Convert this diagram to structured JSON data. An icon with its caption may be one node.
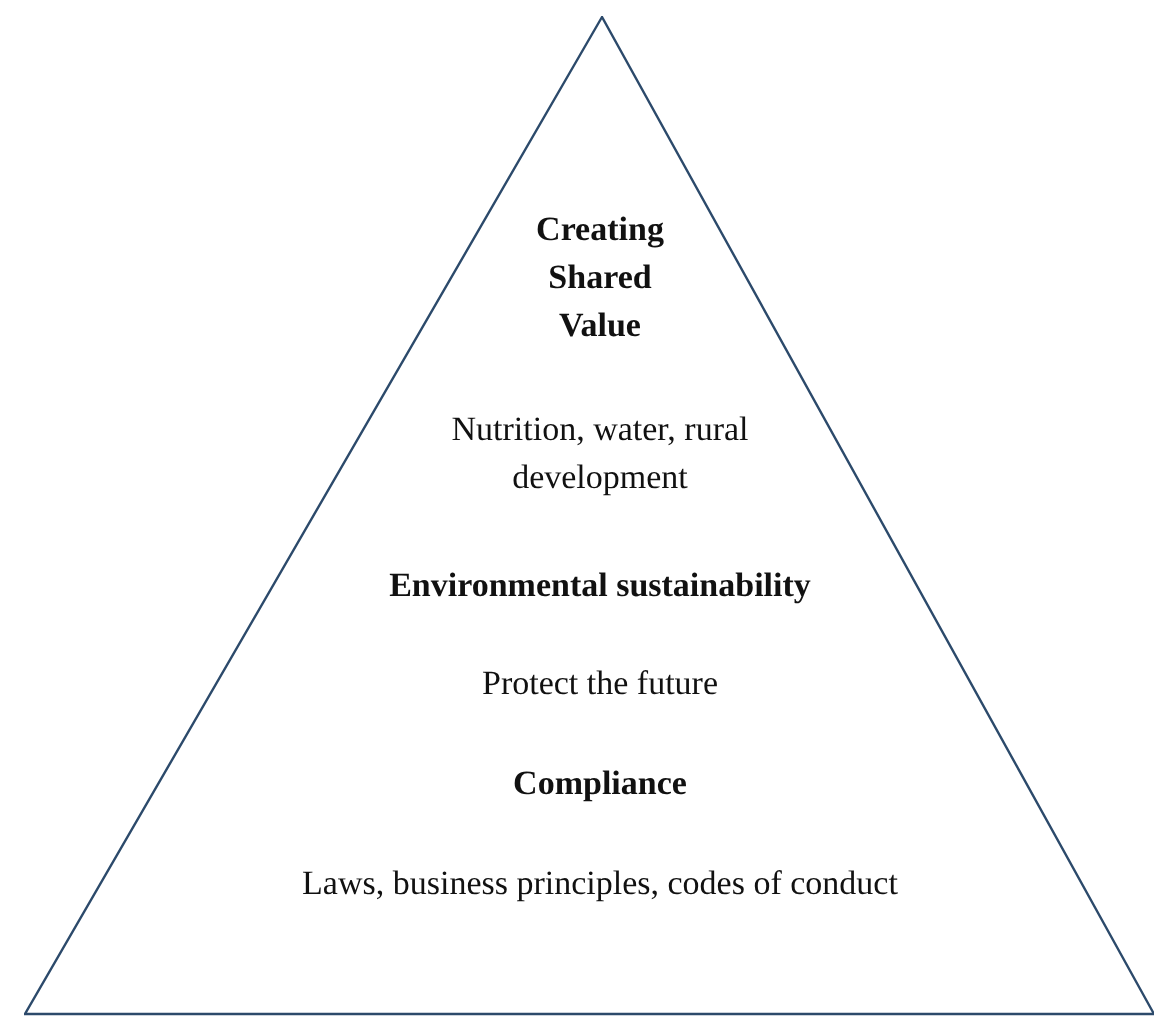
{
  "diagram": {
    "nodes": [
      {
        "text": [
          "Creating Shared Value",
          "Nutrition, water, rural development",
          "Environmental sustainability",
          "Protect the future",
          "Compliance",
          "Laws, business principles, codes of conduct"
        ]
      }
    ]
  }
}
